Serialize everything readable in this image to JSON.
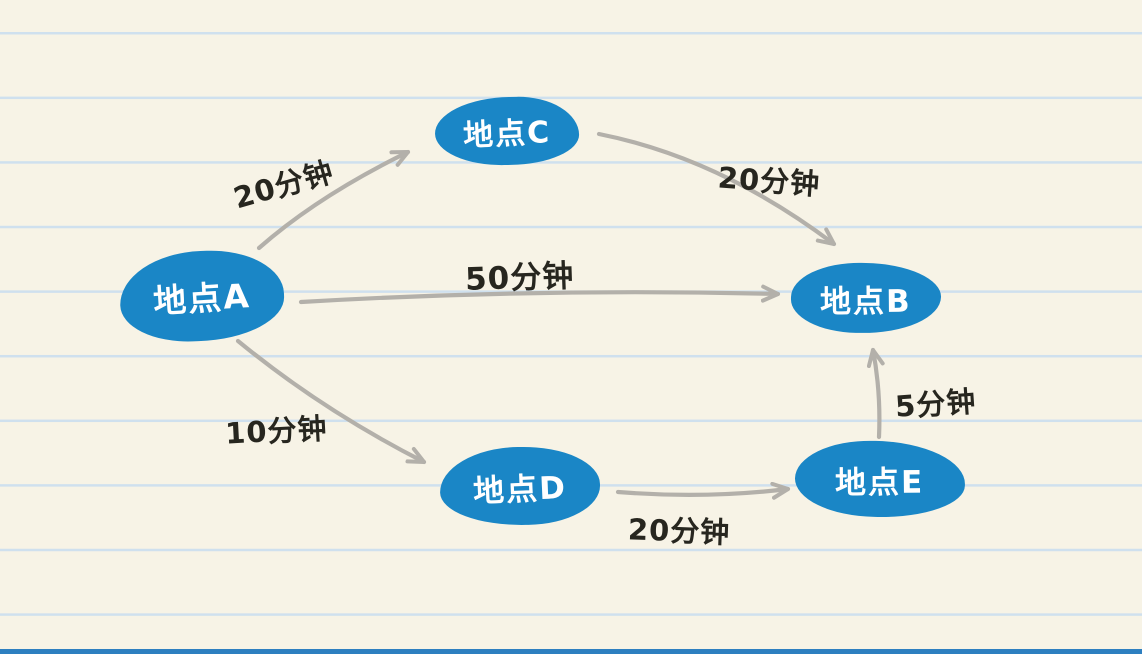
{
  "diagram": {
    "title": "locations travel-time graph",
    "nodes": [
      {
        "id": "A",
        "label": "地点A"
      },
      {
        "id": "C",
        "label": "地点C"
      },
      {
        "id": "B",
        "label": "地点B"
      },
      {
        "id": "D",
        "label": "地点D"
      },
      {
        "id": "E",
        "label": "地点E"
      }
    ],
    "edges": [
      {
        "from": "A",
        "to": "C",
        "label": "20分钟"
      },
      {
        "from": "C",
        "to": "B",
        "label": "20分钟"
      },
      {
        "from": "A",
        "to": "B",
        "label": "50分钟"
      },
      {
        "from": "A",
        "to": "D",
        "label": "10分钟"
      },
      {
        "from": "D",
        "to": "E",
        "label": "20分钟"
      },
      {
        "from": "E",
        "to": "B",
        "label": "5分钟"
      }
    ],
    "colors": {
      "node_fill": "#1a86c6",
      "node_text": "#ffffff",
      "arrow": "#b3b0aa",
      "label_text": "#27261f",
      "background": "#f7f3e6",
      "ruled_line": "#cfe0ee",
      "bottom_rule": "#2d7fc0"
    }
  }
}
